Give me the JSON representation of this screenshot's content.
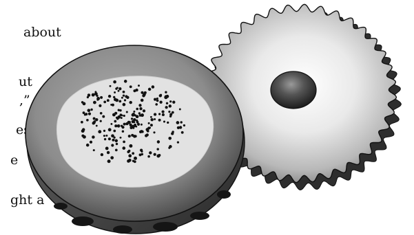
{
  "text_fragments": [
    "about",
    "ut",
    ",”",
    "es",
    "e",
    "ght a"
  ],
  "figures": [
    {
      "name": "zona-pellucida-shell",
      "colors": {
        "rim": "#4a4a4a",
        "body": "#8a8a8a",
        "inner": "#e4e4e4",
        "granules": "#111111"
      }
    },
    {
      "name": "ruffled-cell",
      "colors": {
        "outer": "#7a7a7a",
        "center": "#ffffff",
        "nucleus": "#1e1e1e"
      }
    }
  ]
}
